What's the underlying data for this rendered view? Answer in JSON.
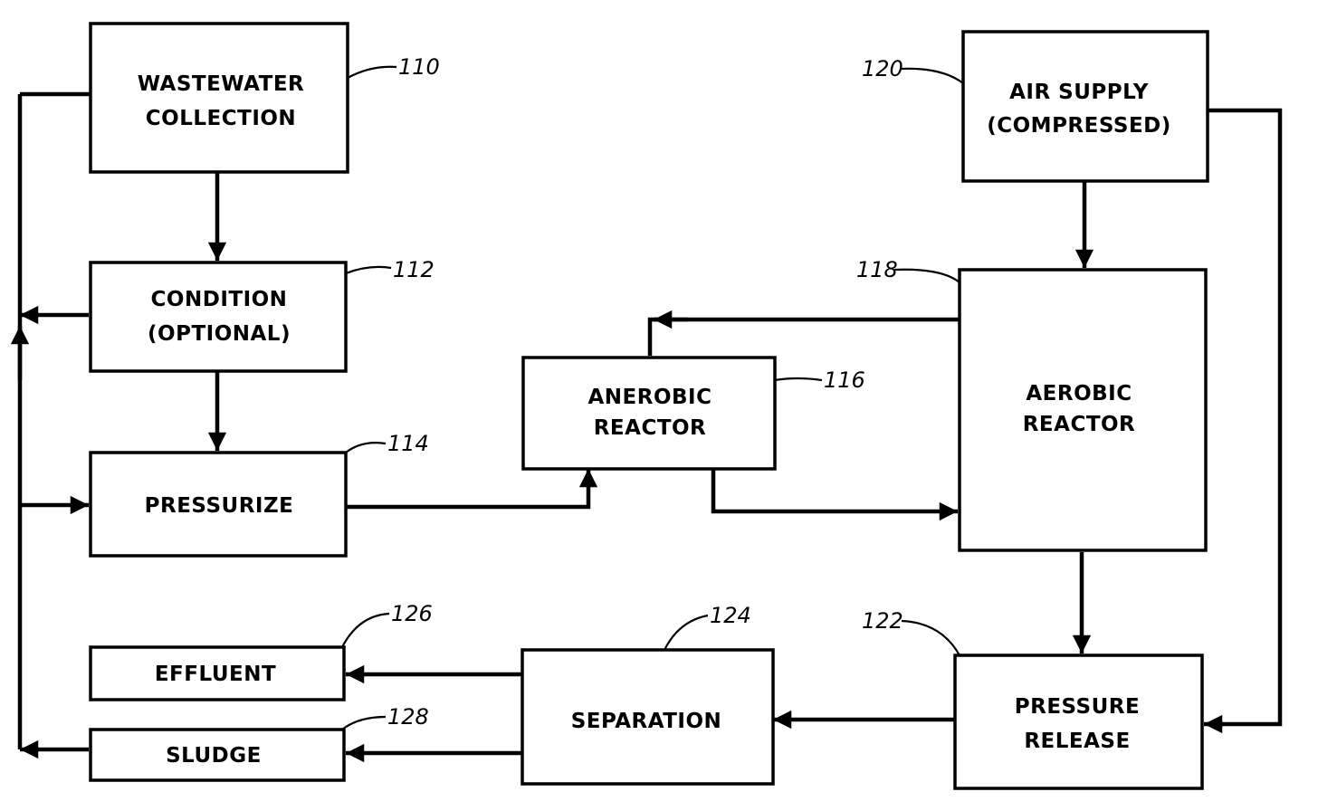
{
  "boxes": {
    "wastewater": {
      "line1": "WASTEWATER",
      "line2": "COLLECTION",
      "ref": "110"
    },
    "condition": {
      "line1": "CONDITION",
      "line2": "(OPTIONAL)",
      "ref": "112"
    },
    "pressurize": {
      "line1": "PRESSURIZE",
      "ref": "114"
    },
    "anaerobic": {
      "line1": "ANEROBIC",
      "line2": "REACTOR",
      "ref": "116"
    },
    "aerobic": {
      "line1": "AEROBIC",
      "line2": "REACTOR",
      "ref": "118"
    },
    "air_supply": {
      "line1": "AIR SUPPLY",
      "line2": "(COMPRESSED)",
      "ref": "120"
    },
    "pressure_release": {
      "line1": "PRESSURE",
      "line2": "RELEASE",
      "ref": "122"
    },
    "separation": {
      "line1": "SEPARATION",
      "ref": "124"
    },
    "effluent": {
      "line1": "EFFLUENT",
      "ref": "126"
    },
    "sludge": {
      "line1": "SLUDGE",
      "ref": "128"
    }
  }
}
